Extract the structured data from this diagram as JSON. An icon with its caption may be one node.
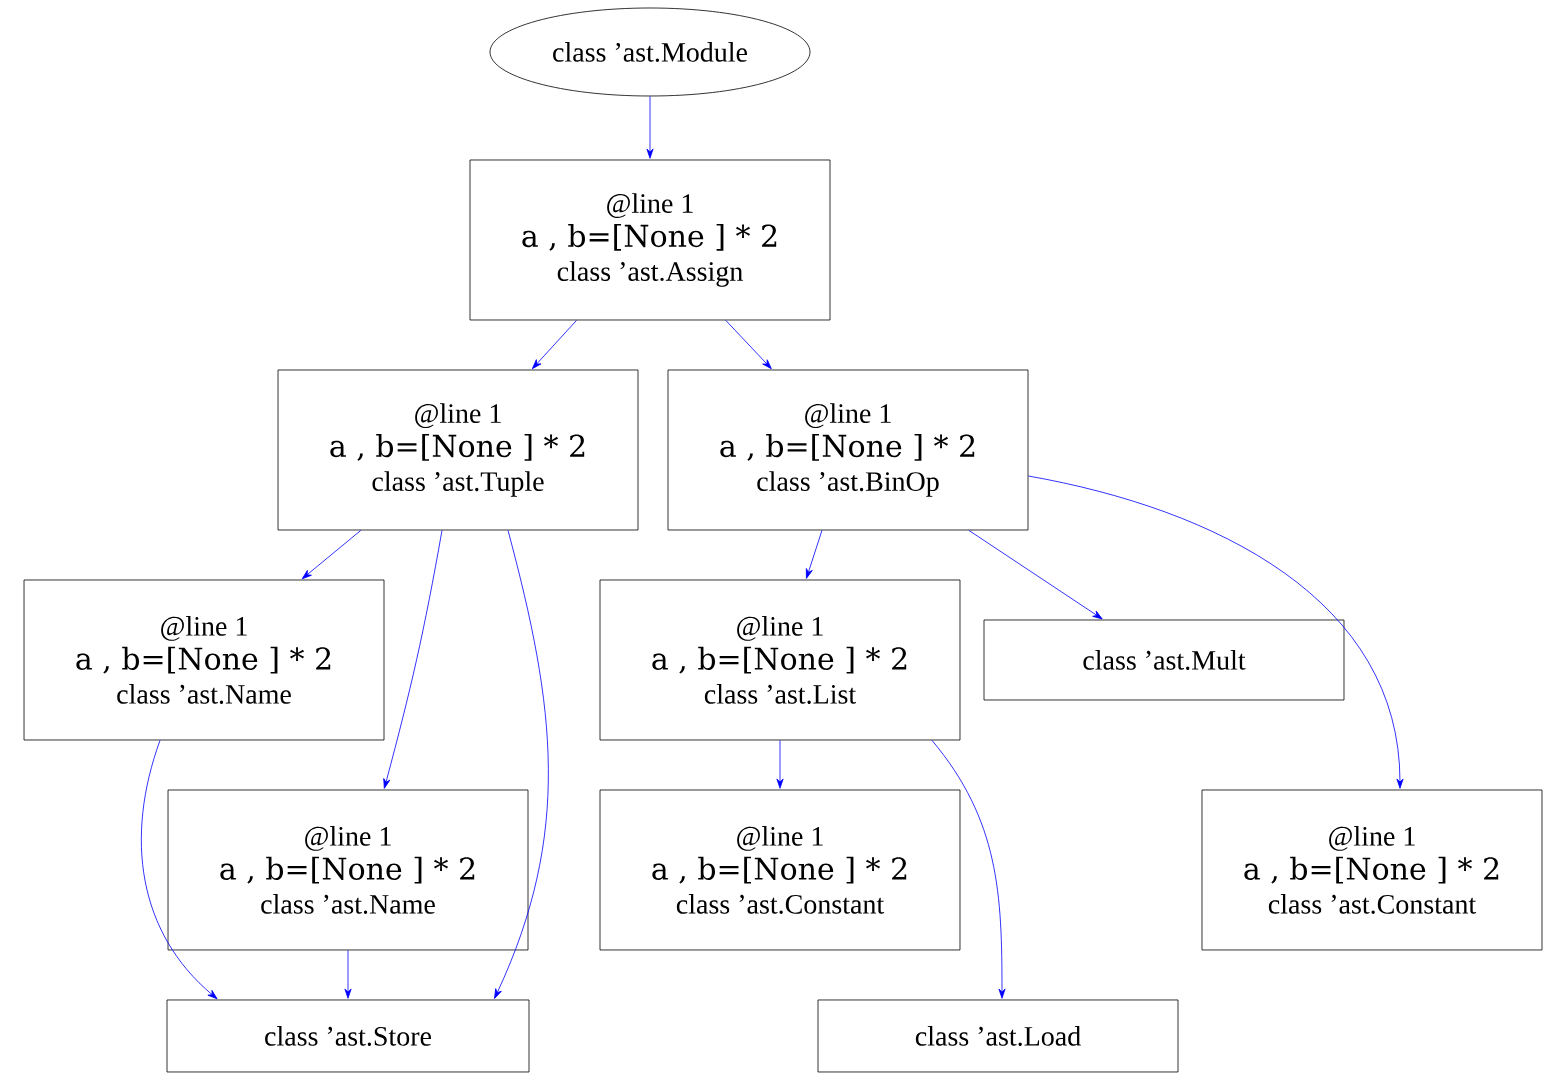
{
  "diagram": {
    "nodes": [
      {
        "text": [
          "class ’ast.Module"
        ]
      },
      {
        "text": [
          "@line 1",
          "a , b=[None ] * 2",
          "class ’ast.Assign"
        ]
      },
      {
        "text": [
          "@line 1",
          "a , b=[None ] * 2",
          "class ’ast.Tuple"
        ]
      },
      {
        "text": [
          "@line 1",
          "a , b=[None ] * 2",
          "class ’ast.BinOp"
        ]
      },
      {
        "text": [
          "@line 1",
          "a , b=[None ] * 2",
          "class ’ast.Name"
        ]
      },
      {
        "text": [
          "@line 1",
          "a , b=[None ] * 2",
          "class ’ast.List"
        ]
      },
      {
        "text": [
          "class ’ast.Mult"
        ]
      },
      {
        "text": [
          "@line 1",
          "a , b=[None ] * 2",
          "class ’ast.Name"
        ]
      },
      {
        "text": [
          "@line 1",
          "a , b=[None ] * 2",
          "class ’ast.Constant"
        ]
      },
      {
        "text": [
          "@line 1",
          "a , b=[None ] * 2",
          "class ’ast.Constant"
        ]
      },
      {
        "text": [
          "class ’ast.Store"
        ]
      },
      {
        "text": [
          "class ’ast.Load"
        ]
      }
    ],
    "edges": [
      {
        "from": 0,
        "to": 1,
        "arrow": "to"
      },
      {
        "from": 1,
        "to": 2,
        "arrow": "to"
      },
      {
        "from": 1,
        "to": 3,
        "arrow": "to"
      },
      {
        "from": 2,
        "to": 4,
        "arrow": "to"
      },
      {
        "from": 2,
        "to": 7,
        "arrow": "to"
      },
      {
        "from": 2,
        "to": 10,
        "arrow": "to"
      },
      {
        "from": 3,
        "to": 5,
        "arrow": "to"
      },
      {
        "from": 3,
        "to": 6,
        "arrow": "to"
      },
      {
        "from": 3,
        "to": 9,
        "arrow": "to"
      },
      {
        "from": 4,
        "to": 10,
        "arrow": "to"
      },
      {
        "from": 5,
        "to": 8,
        "arrow": "to"
      },
      {
        "from": 5,
        "to": 11,
        "arrow": "to"
      },
      {
        "from": 7,
        "to": 10,
        "arrow": "to"
      }
    ]
  }
}
